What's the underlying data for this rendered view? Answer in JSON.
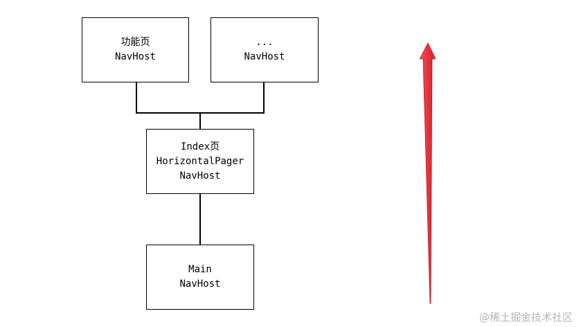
{
  "diagram": {
    "nodes": [
      {
        "id": "feature",
        "lines": [
          "功能页",
          "NavHost"
        ]
      },
      {
        "id": "more",
        "lines": [
          "...",
          "NavHost"
        ]
      },
      {
        "id": "index",
        "lines": [
          "Index页",
          "HorizontalPager",
          "NavHost"
        ]
      },
      {
        "id": "main",
        "lines": [
          "Main",
          "NavHost"
        ]
      }
    ],
    "edges": [
      {
        "from": "feature",
        "to": "index"
      },
      {
        "from": "more",
        "to": "index"
      },
      {
        "from": "index",
        "to": "main"
      }
    ],
    "arrow": {
      "direction": "up",
      "color": "#e8343c"
    },
    "line_color": "#000000",
    "box_border_color": "#000000"
  },
  "watermark": "@稀土掘金技术社区"
}
